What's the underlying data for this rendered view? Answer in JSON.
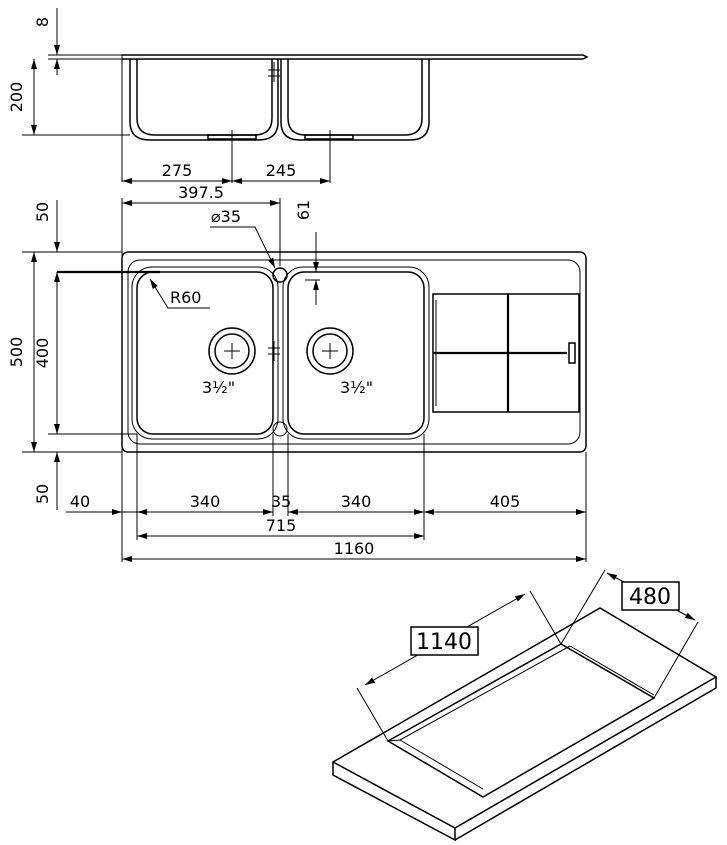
{
  "side_view": {
    "dim_top_thickness": "8",
    "dim_depth": "200",
    "dim_drain_left": "275",
    "dim_drain_right": "245"
  },
  "top_view": {
    "dim_tap_offset": "397.5",
    "dim_tap_hole": "⌀35",
    "dim_bowl_offset": "61",
    "dim_top_margin": "50",
    "dim_overall_width": "500",
    "dim_bowl_width": "400",
    "dim_bottom_margin": "50",
    "dim_radius": "R60",
    "drain_left": "3½\"",
    "drain_right": "3½\""
  },
  "bottom_dims": {
    "d40": "40",
    "d340a": "340",
    "d35": "35",
    "d340b": "340",
    "d405": "405",
    "d715": "715",
    "d1160": "1160"
  },
  "cutout": {
    "length": "1140",
    "width": "480"
  }
}
